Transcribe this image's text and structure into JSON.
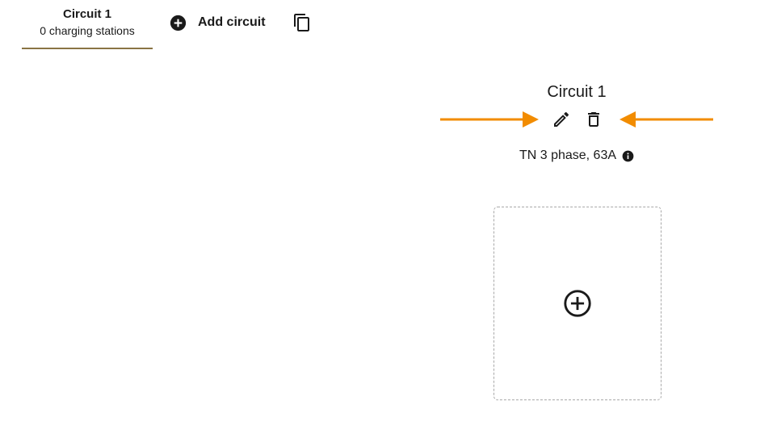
{
  "tabs": {
    "active": {
      "title": "Circuit 1",
      "subtitle": "0 charging stations"
    },
    "add_label": "Add circuit"
  },
  "circuit": {
    "name": "Circuit 1",
    "spec": "TN 3 phase, 63A"
  },
  "colors": {
    "accent_underline": "#8a7444",
    "annotation_arrow": "#f28c00",
    "icon": "#1a1a1a",
    "card_border": "#a8a8a8"
  },
  "icons": {
    "add_circuit": "plus-circle-filled-icon",
    "copy": "copy-icon",
    "edit": "pencil-icon",
    "delete": "trash-icon",
    "info": "info-icon",
    "add_station": "plus-circle-outline-icon"
  }
}
